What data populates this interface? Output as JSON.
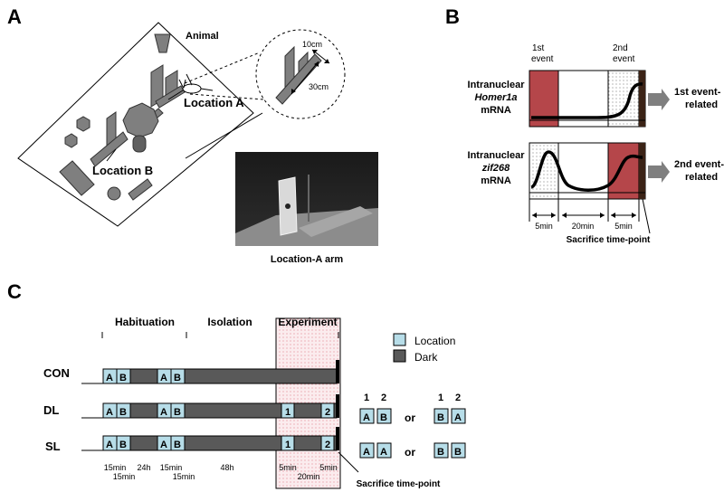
{
  "panel_a": {
    "label": "A",
    "animal_label": "Animal",
    "location_a": "Location A",
    "location_b": "Location B",
    "dim_10": "10cm",
    "dim_30": "30cm",
    "photo_caption": "Location-A arm"
  },
  "panel_b": {
    "label": "B",
    "event1": [
      "1st",
      "event"
    ],
    "event2": [
      "2nd",
      "event"
    ],
    "homer": [
      "Intranuclear",
      "Homer1a",
      "mRNA"
    ],
    "zif": [
      "Intranuclear",
      "zif268",
      "mRNA"
    ],
    "out1": [
      "1st event-",
      "related"
    ],
    "out2": [
      "2nd event-",
      "related"
    ],
    "t1": "5min",
    "t2": "20min",
    "t3": "5min",
    "sacrifice": "Sacrifice time-point",
    "colors": {
      "event": "#b5464a",
      "sacrifice": "#3b2316",
      "arrow": "#7f7f7f"
    }
  },
  "panel_c": {
    "label": "C",
    "phases": [
      "Habituation",
      "Isolation",
      "Experiment"
    ],
    "rows": [
      {
        "name": "CON",
        "exp": []
      },
      {
        "name": "DL",
        "exp": [
          "1",
          "2"
        ]
      },
      {
        "name": "SL",
        "exp": [
          "1",
          "2"
        ]
      }
    ],
    "cell_a": "A",
    "cell_b": "B",
    "legend": {
      "location": "Location",
      "dark": "Dark"
    },
    "seq_header": [
      "1",
      "2"
    ],
    "or": "or",
    "dl_options": [
      [
        "A",
        "B"
      ],
      [
        "B",
        "A"
      ]
    ],
    "sl_options": [
      [
        "A",
        "A"
      ],
      [
        "B",
        "B"
      ]
    ],
    "durations_top": [
      "15min",
      "24h",
      "15min",
      "48h",
      "5min",
      "5min"
    ],
    "durations_bottom": [
      "15min",
      "15min",
      "20min"
    ],
    "sacrifice": "Sacrifice time-point",
    "colors": {
      "location": "#b7dde8",
      "dark": "#595959",
      "experiment": "#f7dde0"
    }
  }
}
